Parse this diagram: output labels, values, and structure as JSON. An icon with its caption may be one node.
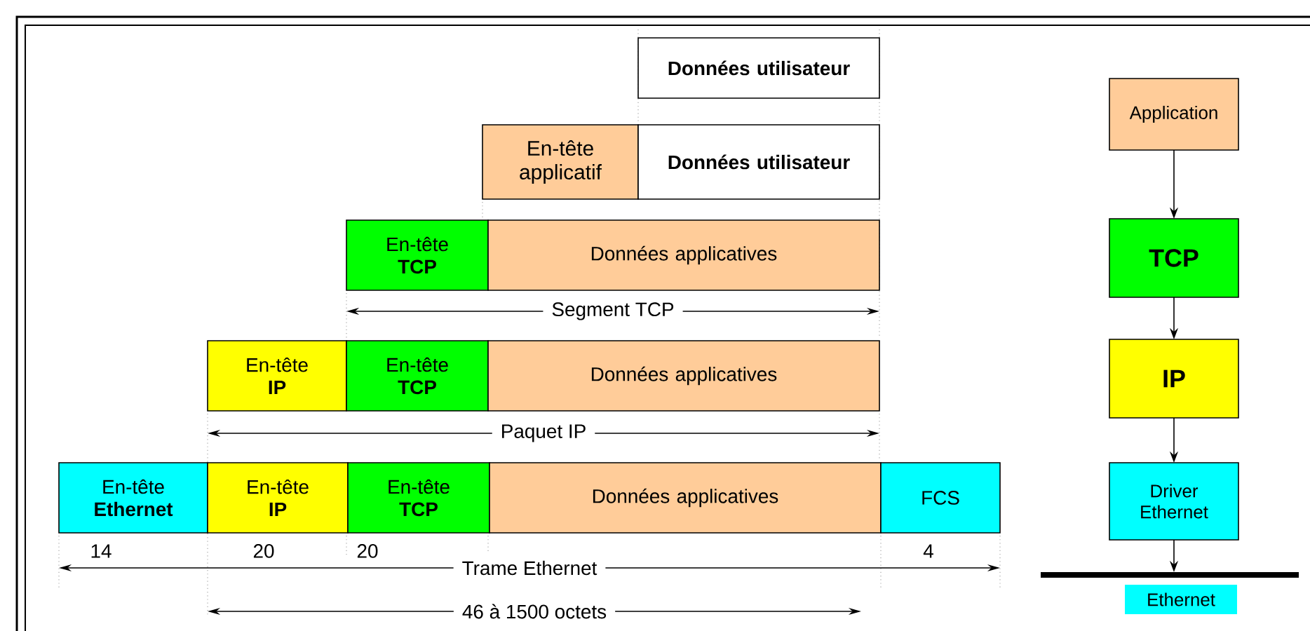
{
  "diagram": {
    "nodes": [
      {
        "text": [
          "Données utilisateur"
        ]
      },
      {
        "text": [
          "En-tête applicatif"
        ]
      },
      {
        "text": [
          "Données utilisateur"
        ]
      },
      {
        "text": [
          "En-tête",
          "TCP"
        ]
      },
      {
        "text": [
          "Données applicatives"
        ]
      },
      {
        "text": [
          "En-tête",
          "IP"
        ]
      },
      {
        "text": [
          "En-tête",
          "TCP"
        ]
      },
      {
        "text": [
          "Données applicatives"
        ]
      },
      {
        "text": [
          "En-tête",
          "Ethernet"
        ]
      },
      {
        "text": [
          "En-tête",
          "IP"
        ]
      },
      {
        "text": [
          "En-tête",
          "TCP"
        ]
      },
      {
        "text": [
          "Données applicatives"
        ]
      },
      {
        "text": [
          "FCS"
        ]
      },
      {
        "text": [
          "Application"
        ]
      },
      {
        "text": [
          "TCP"
        ]
      },
      {
        "text": [
          "IP"
        ]
      },
      {
        "text": [
          "Driver Ethernet"
        ]
      },
      {
        "text": [],
        "shape": "bar"
      },
      {
        "text": [
          "Ethernet"
        ]
      }
    ],
    "edges": [
      {
        "from": 13,
        "to": 14,
        "arrow": "to"
      },
      {
        "from": 14,
        "to": 15,
        "arrow": "to"
      },
      {
        "from": 15,
        "to": 16,
        "arrow": "to"
      },
      {
        "from": 16,
        "to": 17,
        "arrow": "to"
      }
    ],
    "labels": [
      "Segment TCP",
      "Paquet IP",
      "14",
      "20",
      "20",
      "4",
      "Trame Ethernet",
      "46 à 1500 octets"
    ]
  }
}
